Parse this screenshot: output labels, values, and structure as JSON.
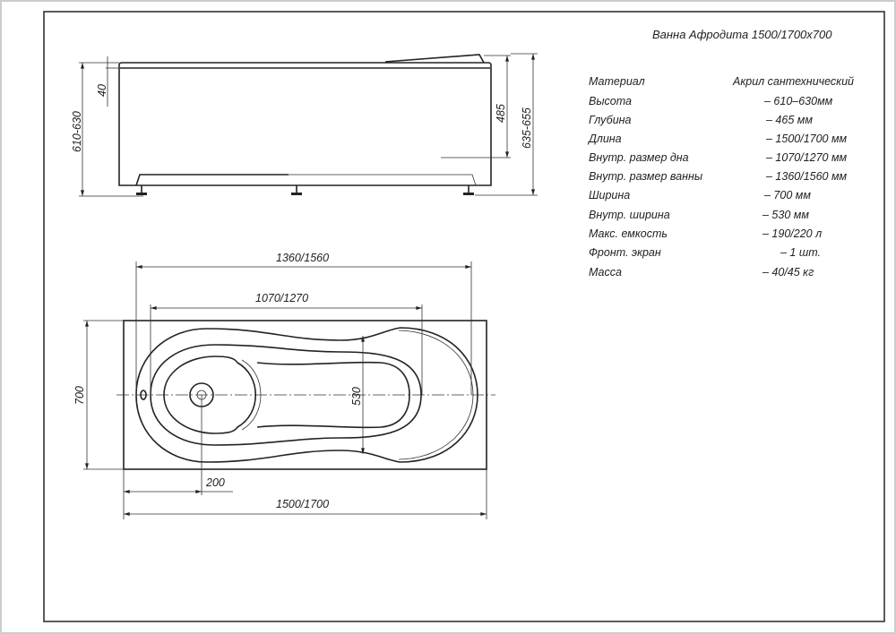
{
  "title": "Ванна Афродита 1500/1700x700",
  "side_view": {
    "dims": {
      "height_total": "610-630",
      "rim": "40",
      "depth": "485",
      "height_headrest": "635-655"
    }
  },
  "top_view": {
    "dims": {
      "inner_length": "1360/1560",
      "bottom_length": "1070/1270",
      "width": "700",
      "inner_width": "530",
      "drain_offset": "200",
      "length": "1500/1700"
    }
  },
  "specs": [
    {
      "label": "Материал",
      "value": "Акрил сантехнический"
    },
    {
      "label": "Высота",
      "value": "– 610–630мм"
    },
    {
      "label": "Глубина",
      "value": "– 465 мм"
    },
    {
      "label": "Длина",
      "value": "– 1500/1700 мм"
    },
    {
      "label": "Внутр. размер дна",
      "value": "– 1070/1270 мм"
    },
    {
      "label": "Внутр. размер ванны",
      "value": "– 1360/1560 мм"
    },
    {
      "label": "Ширина",
      "value": "– 700 мм"
    },
    {
      "label": "Внутр. ширина",
      "value": "– 530 мм"
    },
    {
      "label": "Макс. емкость",
      "value": "– 190/220 л"
    },
    {
      "label": "Фронт. экран",
      "value": "– 1 шт."
    },
    {
      "label": "Масса",
      "value": "– 40/45 кг"
    }
  ]
}
